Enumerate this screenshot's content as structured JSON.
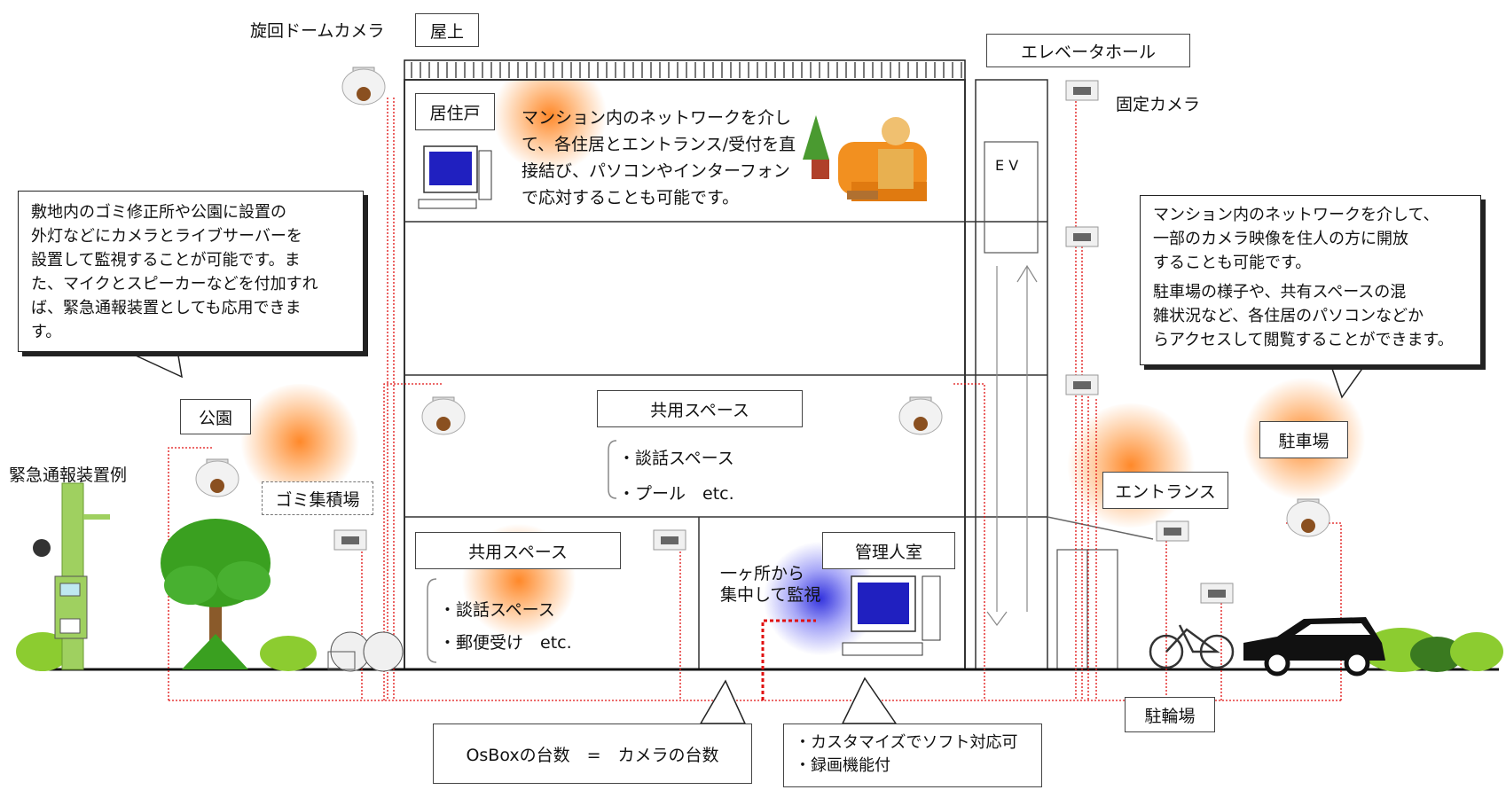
{
  "labels": {
    "dome_camera": "旋回ドームカメラ",
    "rooftop": "屋上",
    "elevator_hall": "エレベータホール",
    "fixed_camera": "固定カメラ",
    "residence": "居住戸",
    "ev": "E V",
    "park": "公園",
    "garbage": "ゴミ集積場",
    "emergency": "緊急通報装置例",
    "common_space_upper": "共用スペース",
    "common_space_lower": "共用スペース",
    "management_room": "管理人室",
    "entrance": "エントランス",
    "parking": "駐車場",
    "bicycle_parking": "駐輪場"
  },
  "residence_text": [
    "マンション内のネットワークを介し",
    "て、各住居とエントランス/受付を直",
    "接結び、パソコンやインターフォン",
    "で応対することも可能です。"
  ],
  "left_callout": [
    "敷地内のゴミ修正所や公園に設置の",
    "外灯などにカメラとライブサーバーを",
    "設置して監視することが可能です。ま",
    "た、マイクとスピーカーなどを付加すれ",
    "ば、緊急通報装置としても応用できま",
    "す。"
  ],
  "right_callout": {
    "para1": [
      "マンション内のネットワークを介して、",
      "一部のカメラ映像を住人の方に開放",
      "することも可能です。"
    ],
    "para2": [
      "駐車場の様子や、共有スペースの混",
      "雑状況など、各住居のパソコンなどか",
      "らアクセスして閲覧することができます。"
    ]
  },
  "upper_common_items": [
    "・談話スペース",
    "・プール　etc."
  ],
  "lower_common_items": [
    "・談話スペース",
    "・郵便受け　etc."
  ],
  "central_monitor": [
    "一ヶ所から",
    "集中して監視"
  ],
  "bottom_left_callout": "OsBoxの台数　=　カメラの台数",
  "bottom_right_callout": [
    "・カスタマイズでソフト対応可",
    "・録画機能付"
  ],
  "colors": {
    "network_line": "#e01010",
    "highlight_orange": "#ff8a1e",
    "highlight_blue": "#2828dc",
    "ground": "#111111",
    "tree_green": "#3aa020",
    "pole_green": "#9fd060"
  }
}
